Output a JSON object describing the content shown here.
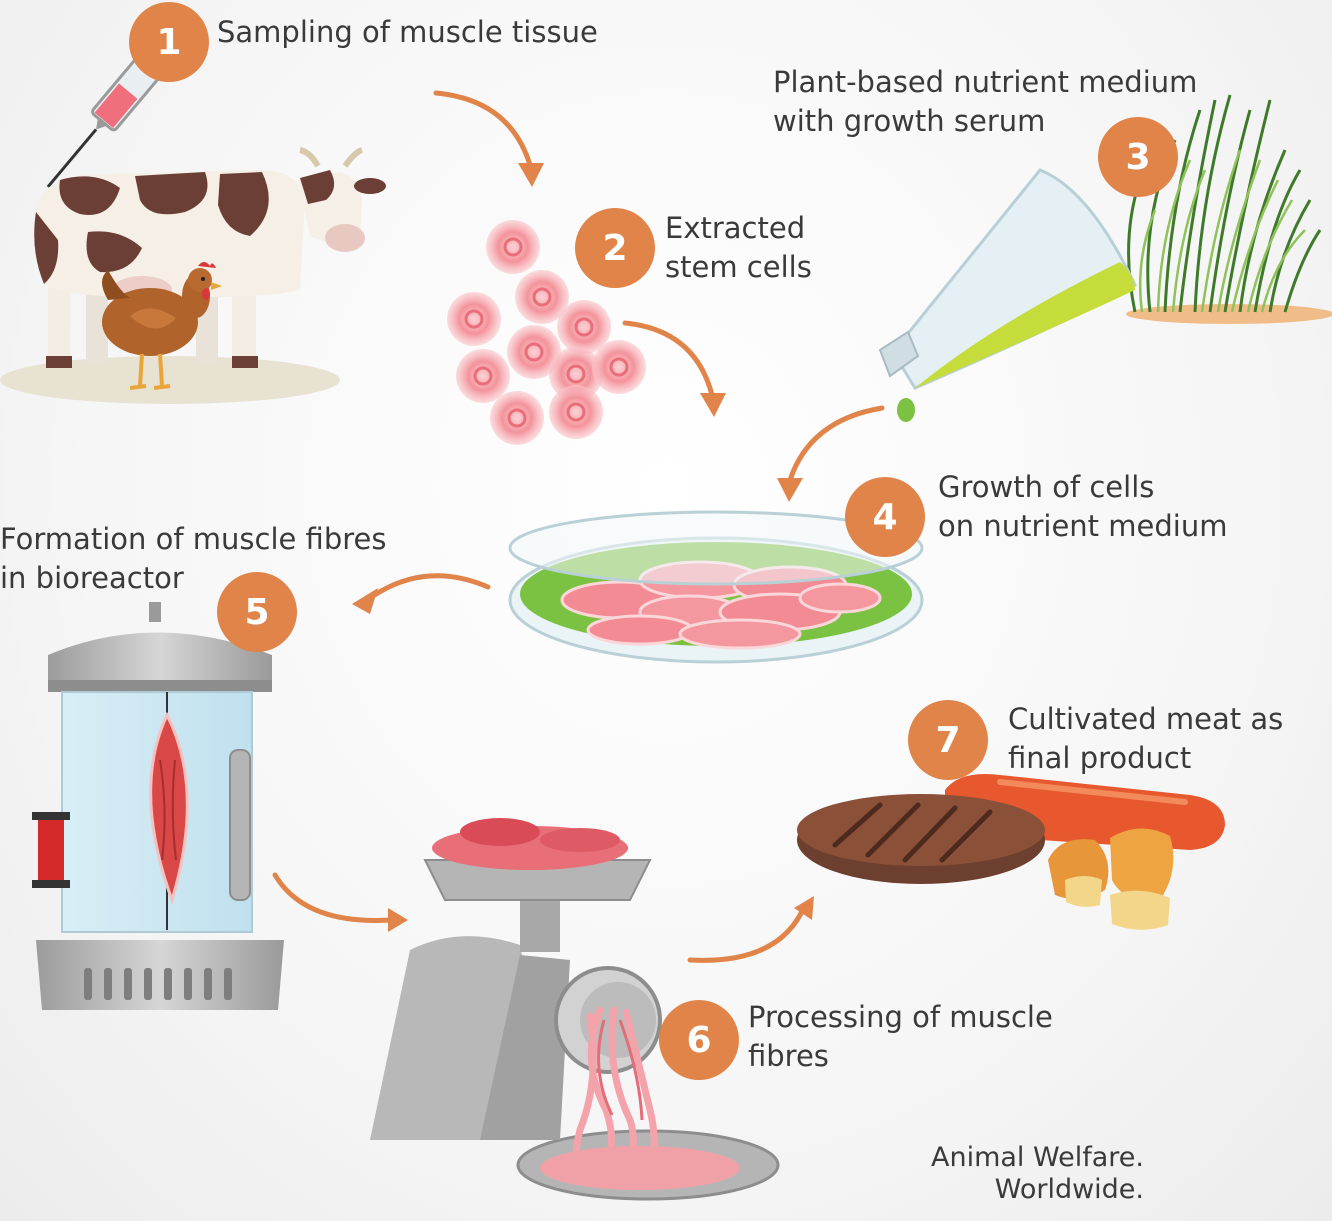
{
  "steps": [
    {
      "number": "1",
      "lines": [
        "Sampling of muscle tissue"
      ]
    },
    {
      "number": "2",
      "lines": [
        "Extracted",
        "stem cells"
      ]
    },
    {
      "number": "3",
      "lines": [
        "Plant-based nutrient medium",
        "with growth serum"
      ]
    },
    {
      "number": "4",
      "lines": [
        "Growth of cells",
        "on nutrient medium"
      ]
    },
    {
      "number": "5",
      "lines": [
        "Formation of muscle fibres",
        "in bioreactor"
      ]
    },
    {
      "number": "6",
      "lines": [
        "Processing of muscle",
        "fibres"
      ]
    },
    {
      "number": "7",
      "lines": [
        "Cultivated meat as",
        "final product"
      ]
    }
  ],
  "credit": {
    "line1": "Animal Welfare.",
    "line2": "Worldwide."
  },
  "colors": {
    "badge": "#e0844a",
    "arrow": "#e0844a",
    "text": "#3a3a3a",
    "cell": "#f07c86",
    "medium_green": "#7cc242",
    "cow_brown": "#6b3f36",
    "metal_grey": "#b5b5b5"
  },
  "illustrations": [
    "syringe-icon",
    "cow-icon",
    "chicken-icon",
    "stem-cells-icon",
    "flask-icon",
    "grass-icon",
    "petri-dish-icon",
    "bioreactor-icon",
    "meat-grinder-icon",
    "burger-patty-icon",
    "sausage-icon",
    "nuggets-icon"
  ]
}
